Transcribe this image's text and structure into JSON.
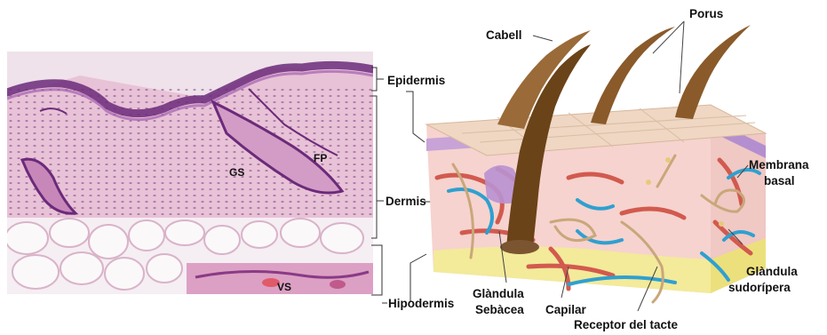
{
  "histology": {
    "labels": {
      "gs": "GS",
      "fp": "FP",
      "vs": "VS"
    }
  },
  "layers": {
    "epidermis": "Epidermis",
    "dermis": "Dermis",
    "hipodermis": "Hipodermis"
  },
  "diagram": {
    "cabell": "Cabell",
    "porus": "Porus",
    "membrana_basal_line1": "Membrana",
    "membrana_basal_line2": "basal",
    "glandula_sudoripera_line1": "Glàndula",
    "glandula_sudoripera_line2": "sudorípera",
    "glandula_sebacea_line1": "Glàndula",
    "glandula_sebacea_line2": "Sebàcea",
    "capilar": "Capilar",
    "receptor_tacte": "Receptor del tacte"
  },
  "colors": {
    "epidermis_surface": "#efd7c3",
    "dermis": "#f6d3cf",
    "hipodermis_fat": "#f3ea9a",
    "hair": "#6b4318",
    "artery": "#d25a4e",
    "vein": "#2fa0d0",
    "nerve": "#c9a77a",
    "membrane": "#b48fcf",
    "histo_bg": "#e2b7cf",
    "histo_nuclei": "#6b2a7a"
  }
}
